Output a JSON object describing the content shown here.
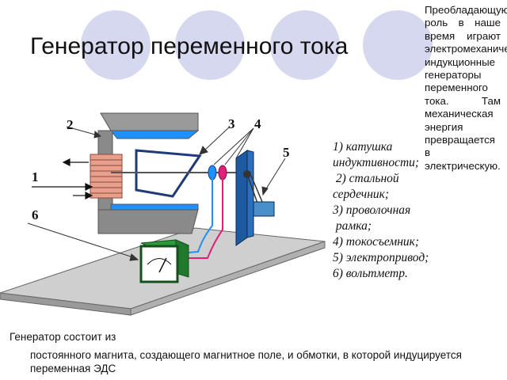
{
  "title": "Генератор переменного тока",
  "side_text": "Преобладающую роль в наше время играют электромеханические индукционные генераторы переменного тока. Там механическая энергия превращается в электрическую.",
  "legend": [
    "1) катушка",
    "индуктивности;",
    " 2) стальной",
    "сердечник;",
    "3) проволочная",
    " рамка;",
    "4) токосъемник;",
    "5) электропривод;",
    "6) вольтметр."
  ],
  "labels": {
    "n1": "1",
    "n2": "2",
    "n3": "3",
    "n4": "4",
    "n5": "5",
    "n6": "6"
  },
  "caption": {
    "line1": "Генератор состоит из",
    "line2": "постоянного магнита, создающего магнитное поле, и обмотки, в которой индуцируется переменная ЭДС"
  },
  "colors": {
    "circle_fill": "#d6d8ef",
    "circle_stroke": "#ffffff",
    "magnet_gray": "#8a8a8a",
    "magnet_blue": "#1e90ff",
    "coil": "#e8a08c",
    "base": "#c8c8c8",
    "motor": "#4a90c8"
  }
}
